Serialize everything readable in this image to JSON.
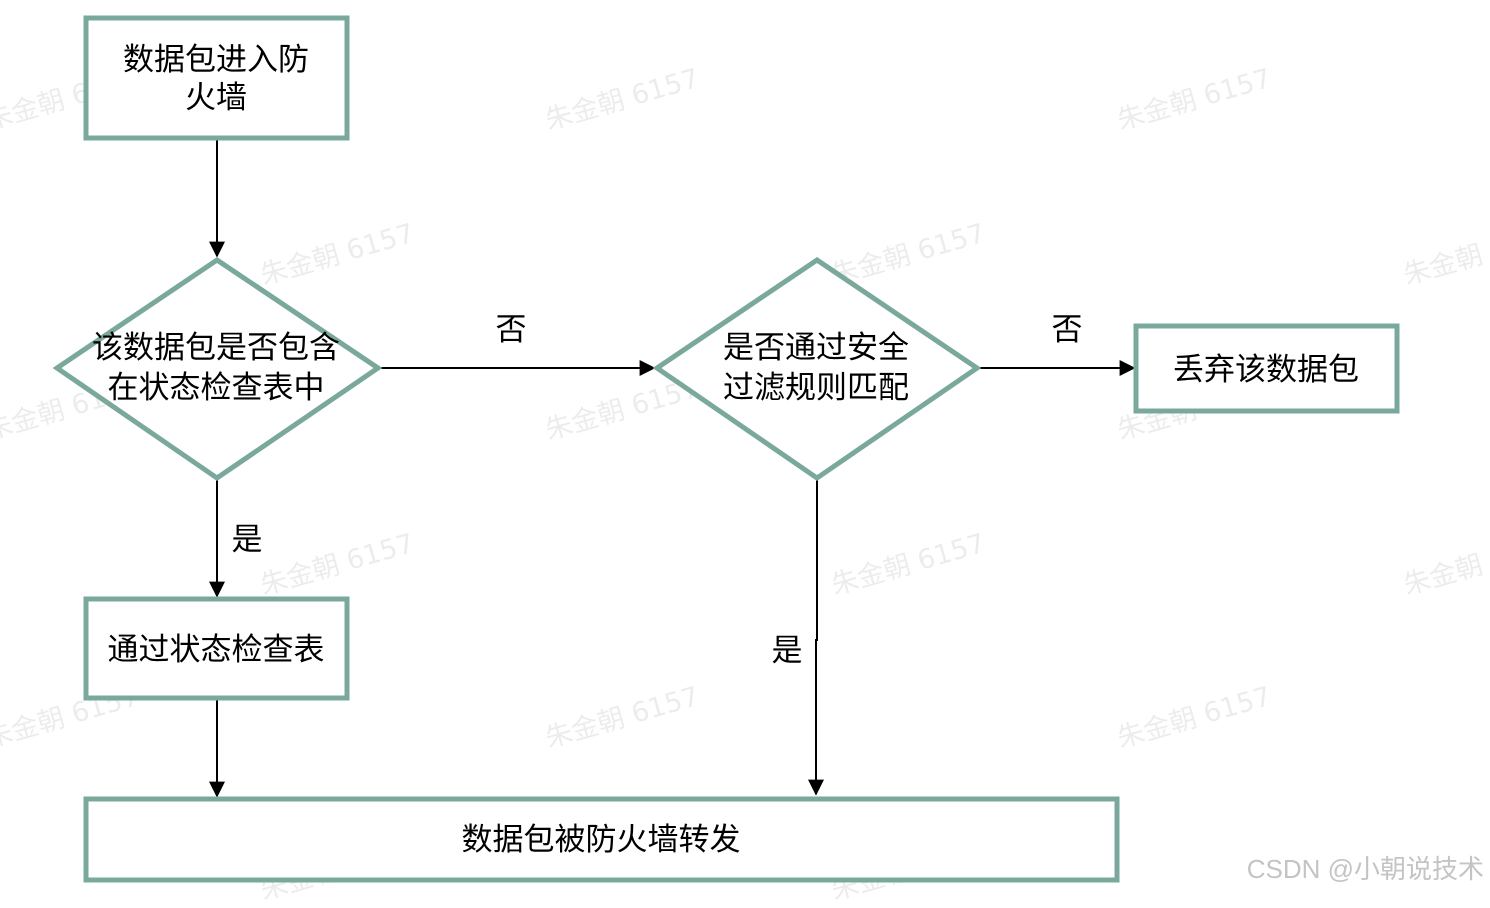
{
  "nodes": {
    "start": "数据包进入防火墙",
    "state_check": [
      "该数据包是否包含",
      "在状态检查表中"
    ],
    "rule_match": [
      "是否通过安全",
      "过滤规则匹配"
    ],
    "drop": "丢弃该数据包",
    "pass_state": "通过状态检查表",
    "forward": "数据包被防火墙转发"
  },
  "edges": {
    "state_no": "否",
    "rule_no": "否",
    "state_yes": "是",
    "rule_yes": "是"
  },
  "watermark": "朱金朝 6157",
  "credit": "CSDN @小朝说技术",
  "colors": {
    "shape_stroke": "#7aa89c",
    "line": "#000000",
    "text": "#000000"
  }
}
